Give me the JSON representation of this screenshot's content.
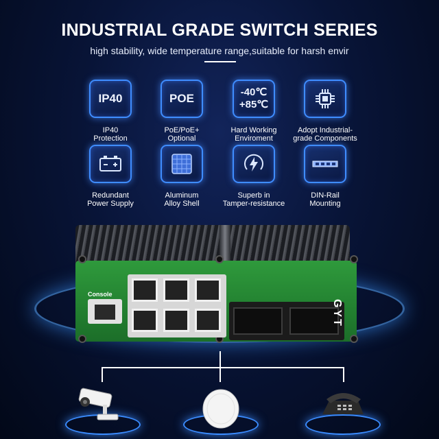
{
  "header": {
    "title": "INDUSTRIAL GRADE SWITCH SERIES",
    "subtitle": "high stability, wide temperature range,suitable for harsh envir"
  },
  "features": [
    {
      "icon": "ip40-icon",
      "tile_text": "IP40",
      "line1": "IP40",
      "line2": "Protection"
    },
    {
      "icon": "poe-icon",
      "tile_text": "POE",
      "line1": "PoE/PoE+",
      "line2": "Optional"
    },
    {
      "icon": "temperature-icon",
      "tile_line1": "-40℃",
      "tile_line2": "+85℃",
      "line1": "Hard Working",
      "line2": "Enviroment"
    },
    {
      "icon": "chip-icon",
      "line1": "Adopt Industrial-",
      "line2": "grade Components"
    },
    {
      "icon": "battery-icon",
      "line1": "Redundant",
      "line2": "Power Supply"
    },
    {
      "icon": "aluminum-grid-icon",
      "line1": "Aluminum",
      "line2": "Alloy Shell"
    },
    {
      "icon": "surge-protection-icon",
      "line1": "Superb in",
      "line2": "Tamper-resistance"
    },
    {
      "icon": "din-rail-icon",
      "line1": "DIN-Rail",
      "line2": "Mounting"
    }
  ],
  "device": {
    "console_label": "Console",
    "logo": "GYT"
  },
  "endpoints": [
    {
      "icon": "cctv-camera-icon"
    },
    {
      "icon": "wireless-access-point-icon"
    },
    {
      "icon": "telephone-icon"
    }
  ],
  "colors": {
    "background": "#081437",
    "accent": "#3f8dff",
    "pcb_green": "#2f9a3c"
  }
}
